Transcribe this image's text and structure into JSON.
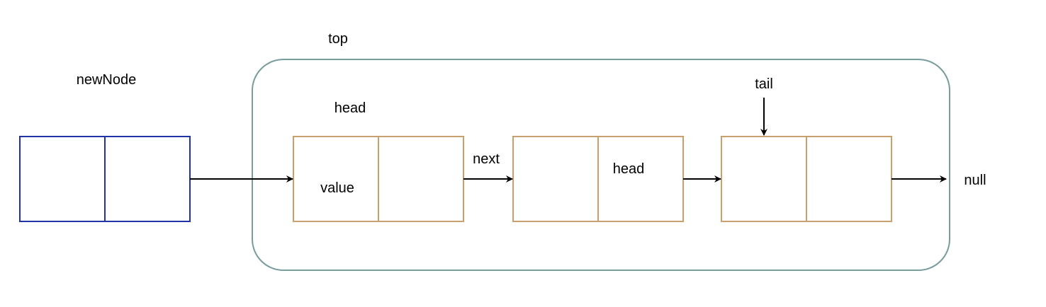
{
  "labels": {
    "top": "top",
    "new_node": "newNode",
    "head": "head",
    "tail": "tail",
    "value": "value",
    "next": "next",
    "head_inner": "head",
    "null": "null"
  },
  "colors": {
    "container_stroke": "#769d9c",
    "new_node_stroke": "#1f33a6",
    "node_stroke": "#c9a06b",
    "arrow": "#000000",
    "text": "#000000"
  }
}
